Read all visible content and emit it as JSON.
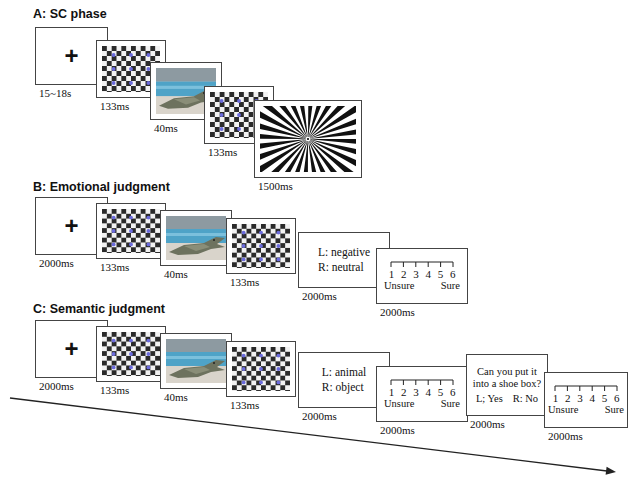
{
  "diagram": {
    "nodes": [
      {
        "text": [
          "+",
          "15~18s"
        ]
      },
      {
        "text": [
          "133ms"
        ]
      },
      {
        "text": [
          "40ms"
        ]
      },
      {
        "text": [
          "133ms"
        ]
      },
      {
        "text": [
          "1500ms"
        ]
      },
      {
        "text": [
          "+",
          "2000ms"
        ]
      },
      {
        "text": [
          "133ms"
        ]
      },
      {
        "text": [
          "40ms"
        ]
      },
      {
        "text": [
          "133ms"
        ]
      },
      {
        "text": [
          "L: negative",
          "R: neutral",
          "2000ms"
        ]
      },
      {
        "text": [
          "1 2 3 4 5 6",
          "Unsure",
          "Sure",
          "2000ms"
        ]
      },
      {
        "text": [
          "+",
          "2000ms"
        ]
      },
      {
        "text": [
          "133ms"
        ]
      },
      {
        "text": [
          "40ms"
        ]
      },
      {
        "text": [
          "133ms"
        ]
      },
      {
        "text": [
          "L: animal",
          "R: object",
          "2000ms"
        ]
      },
      {
        "text": [
          "1 2 3 4 5 6",
          "Unsure",
          "Sure",
          "2000ms"
        ]
      },
      {
        "text": [
          "Can you put it into a shoe box?",
          "L; Yes",
          "R: No",
          "2000ms"
        ]
      },
      {
        "text": [
          "1 2 3 4 5 6",
          "Unsure",
          "Sure",
          "2000ms"
        ]
      }
    ],
    "labels": [
      "A: SC phase",
      "B: Emotional judgment",
      "C: Semantic judgment"
    ]
  }
}
